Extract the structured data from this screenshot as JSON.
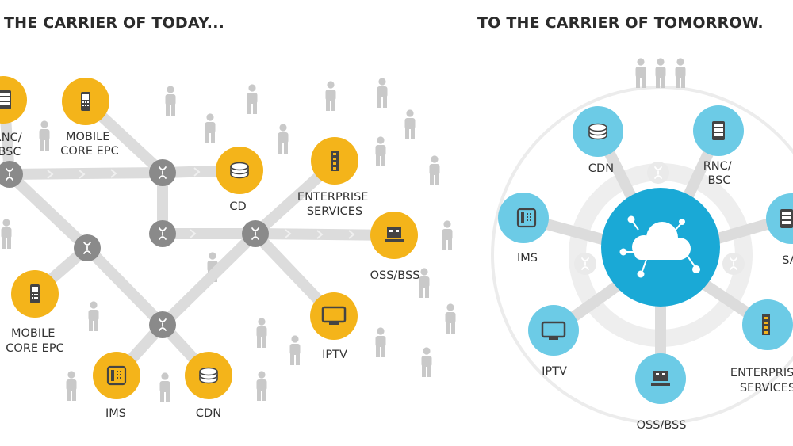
{
  "titles": {
    "today": "THE CARRIER OF TODAY...",
    "tomorrow": "TO THE CARRIER OF TOMORROW."
  },
  "labels": {
    "rnc_bsc_left": [
      "RNC/",
      "BSC"
    ],
    "mobile_core_top": [
      "MOBILE",
      "CORE EPC"
    ],
    "cd": [
      "CD"
    ],
    "enterprise_left": [
      "ENTERPRISE",
      "SERVICES"
    ],
    "oss_bss_left": [
      "OSS/BSS"
    ],
    "iptv_left": [
      "IPTV"
    ],
    "mobile_core_bottom": [
      "MOBILE",
      "CORE EPC"
    ],
    "ims_left": [
      "IMS"
    ],
    "cdn_left": [
      "CDN"
    ],
    "cdn_right": [
      "CDN"
    ],
    "rnc_bsc_right": [
      "RNC/",
      "BSC"
    ],
    "sa_right": [
      "SA"
    ],
    "ims_right": [
      "IMS"
    ],
    "iptv_right": [
      "IPTV"
    ],
    "oss_bss_right": [
      "OSS/BSS"
    ],
    "enterprise_right": [
      "ENTERPRISE",
      "SERVICES"
    ]
  },
  "colors": {
    "today_node": "#f4b41a",
    "tomorrow_node": "#6ccbe6",
    "cloud_hub": "#1aa9d6",
    "switch": "#8a8a8a",
    "link": "#dcdcdc",
    "person": "#c9c9c9"
  }
}
